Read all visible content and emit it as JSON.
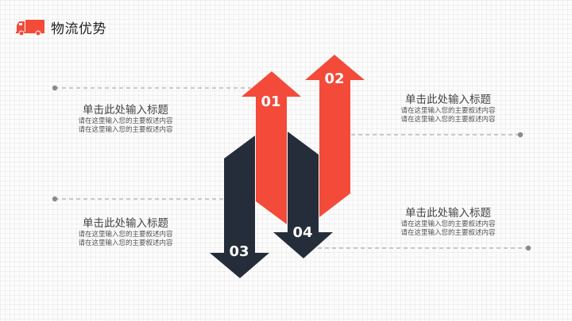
{
  "header": {
    "title": "物流优势",
    "icon": "truck-icon"
  },
  "colors": {
    "accent_red": "#f34a3a",
    "dark_navy": "#262d3a",
    "leader_line": "#999999"
  },
  "arrows": [
    {
      "id": "01",
      "label": "01",
      "direction": "up",
      "color": "#f34a3a"
    },
    {
      "id": "02",
      "label": "02",
      "direction": "up",
      "color": "#f34a3a"
    },
    {
      "id": "03",
      "label": "03",
      "direction": "down",
      "color": "#262d3a"
    },
    {
      "id": "04",
      "label": "04",
      "direction": "down",
      "color": "#262d3a"
    }
  ],
  "items": [
    {
      "title": "单击此处输入标题",
      "desc1": "请在这里输入您的主要叙述内容",
      "desc2": "请在这里输入您的主要叙述内容"
    },
    {
      "title": "单击此处输入标题",
      "desc1": "请在这里输入您的主要叙述内容",
      "desc2": "请在这里输入您的主要叙述内容"
    },
    {
      "title": "单击此处输入标题",
      "desc1": "请在这里输入您的主要叙述内容",
      "desc2": "请在这里输入您的主要叙述内容"
    },
    {
      "title": "单击此处输入标题",
      "desc1": "请在这里输入您的主要叙述内容",
      "desc2": "请在这里输入您的主要叙述内容"
    }
  ]
}
